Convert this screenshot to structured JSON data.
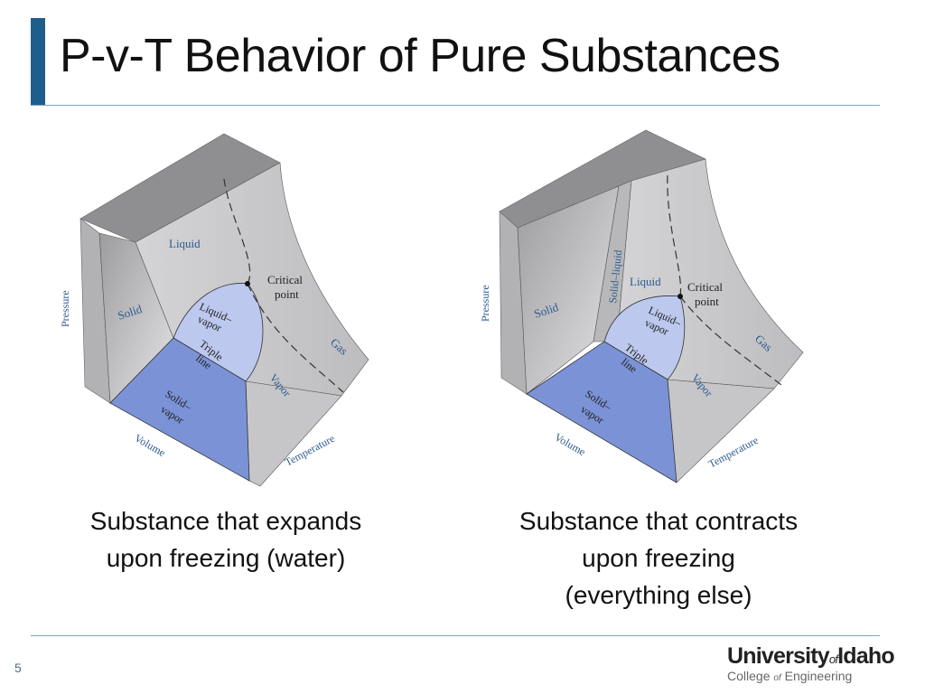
{
  "slide": {
    "title": "P-v-T Behavior of Pure Substances",
    "page_number": "5",
    "accent_color": "#1f5e8c"
  },
  "left_diagram": {
    "labels": {
      "pressure": "Pressure",
      "liquid": "Liquid",
      "critical_1": "Critical",
      "critical_2": "point",
      "solid": "Solid",
      "liquid_vapor_1": "Liquid–",
      "liquid_vapor_2": "vapor",
      "triple_1": "Triple",
      "triple_2": "line",
      "gas": "Gas",
      "vapor": "Vapor",
      "solid_vapor_1": "Solid–",
      "solid_vapor_2": "vapor",
      "volume": "Volume",
      "temperature": "Temperature"
    },
    "caption_line1": "Substance that expands",
    "caption_line2": "upon freezing (water)"
  },
  "right_diagram": {
    "labels": {
      "pressure": "Pressure",
      "solid_liquid": "Solid–liquid",
      "liquid": "Liquid",
      "critical_1": "Critical",
      "critical_2": "point",
      "solid": "Solid",
      "liquid_vapor_1": "Liquid–",
      "liquid_vapor_2": "vapor",
      "triple_1": "Triple",
      "triple_2": "line",
      "gas": "Gas",
      "vapor": "Vapor",
      "solid_vapor_1": "Solid–",
      "solid_vapor_2": "vapor",
      "volume": "Volume",
      "temperature": "Temperature"
    },
    "caption_line1": "Substance that contracts",
    "caption_line2": "upon freezing",
    "caption_line3": "(everything else)"
  },
  "logo": {
    "main_a": "University",
    "main_of": "of",
    "main_b": "Idaho",
    "sub_a": "College ",
    "sub_of": "of",
    "sub_b": " Engineering"
  },
  "colors": {
    "solid_vapor_region": "#7b93d6",
    "liquid_vapor_region": "#bcc8ee",
    "surface_grey": "#c9c9cb",
    "label_blue": "#2c5a8f"
  }
}
